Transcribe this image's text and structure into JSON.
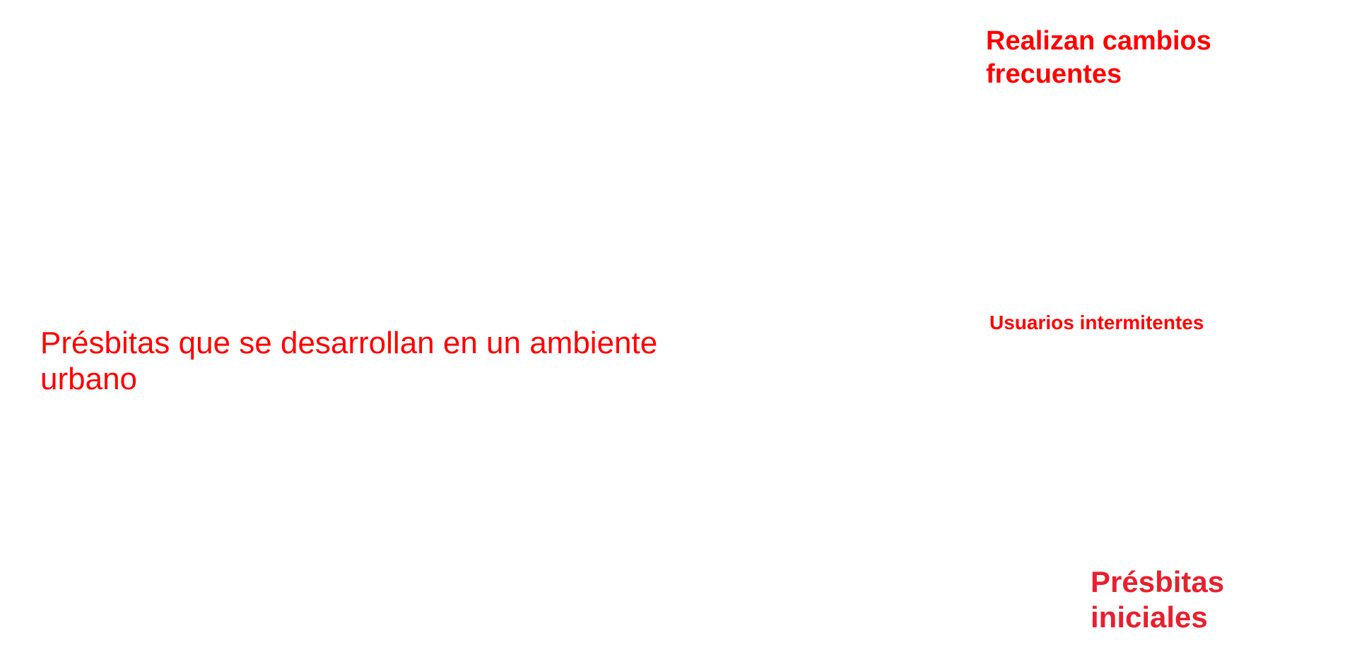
{
  "colors": {
    "primary_red": "#ff0000",
    "secondary_red": "#e8202e",
    "background": "#ffffff"
  },
  "labels": {
    "main": "Présbitas que se desarrollan en un ambiente urbano",
    "frequent_changes": "Realizan cambios frecuentes",
    "intermittent_users": "Usuarios intermitentes",
    "initial_presbyopes": "Présbitas iniciales"
  }
}
